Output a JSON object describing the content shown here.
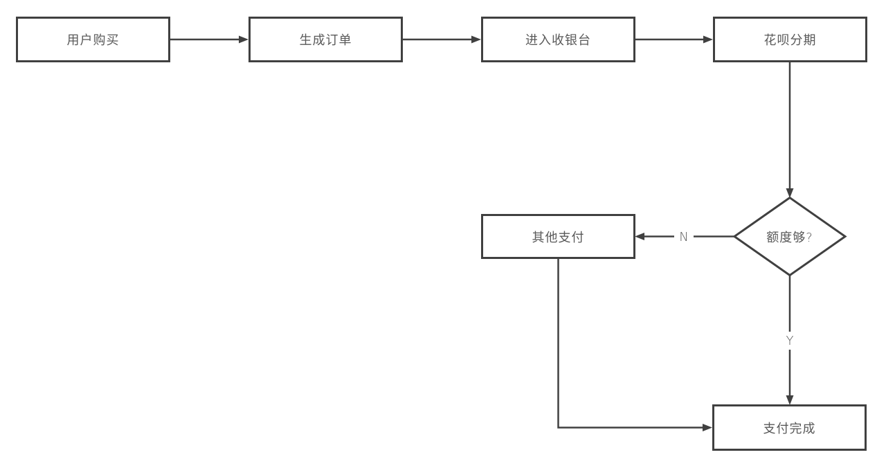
{
  "diagram": {
    "type": "flowchart",
    "colors": {
      "background": "#ffffff",
      "node_border": "#404040",
      "connector": "#404040",
      "node_text": "#595959",
      "edge_label_text": "#595959"
    },
    "nodes": [
      {
        "id": "user-purchase",
        "type": "process",
        "label": "用户购买"
      },
      {
        "id": "create-order",
        "type": "process",
        "label": "生成订单"
      },
      {
        "id": "enter-checkout",
        "type": "process",
        "label": "进入收银台"
      },
      {
        "id": "huabei-installment",
        "type": "process",
        "label": "花呗分期"
      },
      {
        "id": "quota-enough",
        "type": "decision",
        "label": "额度够?"
      },
      {
        "id": "other-payment",
        "type": "process",
        "label": "其他支付"
      },
      {
        "id": "payment-complete",
        "type": "process",
        "label": "支付完成"
      }
    ],
    "edges": [
      {
        "from": "user-purchase",
        "to": "create-order",
        "label": ""
      },
      {
        "from": "create-order",
        "to": "enter-checkout",
        "label": ""
      },
      {
        "from": "enter-checkout",
        "to": "huabei-installment",
        "label": ""
      },
      {
        "from": "huabei-installment",
        "to": "quota-enough",
        "label": ""
      },
      {
        "from": "quota-enough",
        "to": "other-payment",
        "label": "N"
      },
      {
        "from": "quota-enough",
        "to": "payment-complete",
        "label": "Y"
      },
      {
        "from": "other-payment",
        "to": "payment-complete",
        "label": ""
      }
    ]
  }
}
